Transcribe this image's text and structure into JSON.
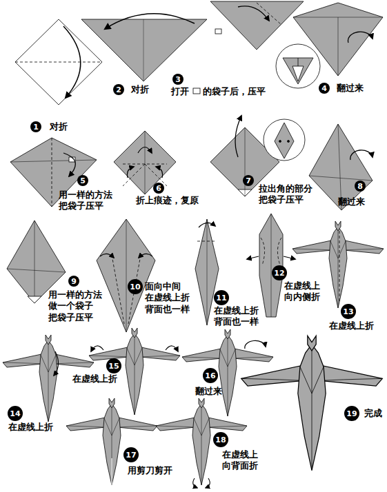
{
  "diagram": {
    "nodes": [
      {
        "text": [
          "1"
        ]
      },
      {
        "text": [
          "2"
        ]
      },
      {
        "text": [
          "3"
        ]
      },
      {
        "text": [
          "4"
        ]
      },
      {
        "text": [
          "5"
        ]
      },
      {
        "text": [
          "6"
        ]
      },
      {
        "text": [
          "7"
        ]
      },
      {
        "text": [
          "8"
        ]
      },
      {
        "text": [
          "9"
        ]
      },
      {
        "text": [
          "10"
        ]
      },
      {
        "text": [
          "11"
        ]
      },
      {
        "text": [
          "12"
        ]
      },
      {
        "text": [
          "13"
        ]
      },
      {
        "text": [
          "14"
        ]
      },
      {
        "text": [
          "15"
        ]
      },
      {
        "text": [
          "16"
        ]
      },
      {
        "text": [
          "17"
        ]
      },
      {
        "text": [
          "18"
        ]
      },
      {
        "text": [
          "19"
        ]
      }
    ],
    "labels": [
      "对折",
      "对折",
      "打开",
      "的袋子后，压平",
      "翻过来",
      "用一样的方法 把袋子压平",
      "折上痕迹，复原",
      "拉出角的部分 把袋子压平",
      "翻过来",
      "用一样的方法 做一个袋子 把袋子压平",
      "面向中间 在虚线上折 背面也一样",
      "在虚线上折 背面也一样",
      "在虚线上 向内侧折",
      "在虚线上折",
      "在虚线上折",
      "在虚线上折",
      "翻过来",
      "用剪刀剪开",
      "在虚线上 向背面折",
      "完成"
    ]
  }
}
